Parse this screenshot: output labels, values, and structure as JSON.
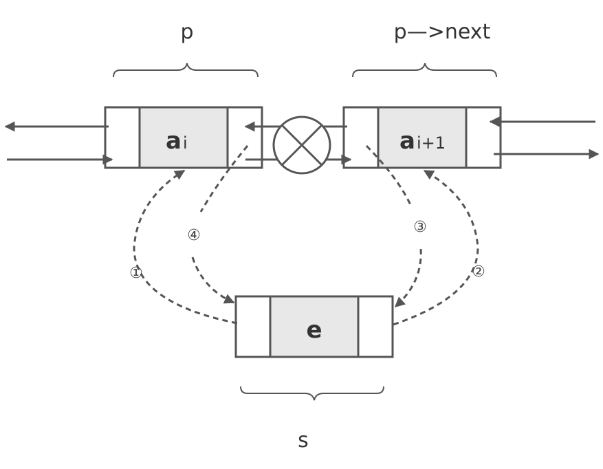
{
  "labels": {
    "p": "p",
    "p_next": "p—>next",
    "s": "s"
  },
  "nodes": {
    "left": {
      "data_main": "a",
      "data_sub": "i"
    },
    "right": {
      "data_main": "a",
      "data_sub": "i+1"
    },
    "new": {
      "data_main": "e"
    }
  },
  "steps": [
    "①",
    "②",
    "③",
    "④"
  ]
}
